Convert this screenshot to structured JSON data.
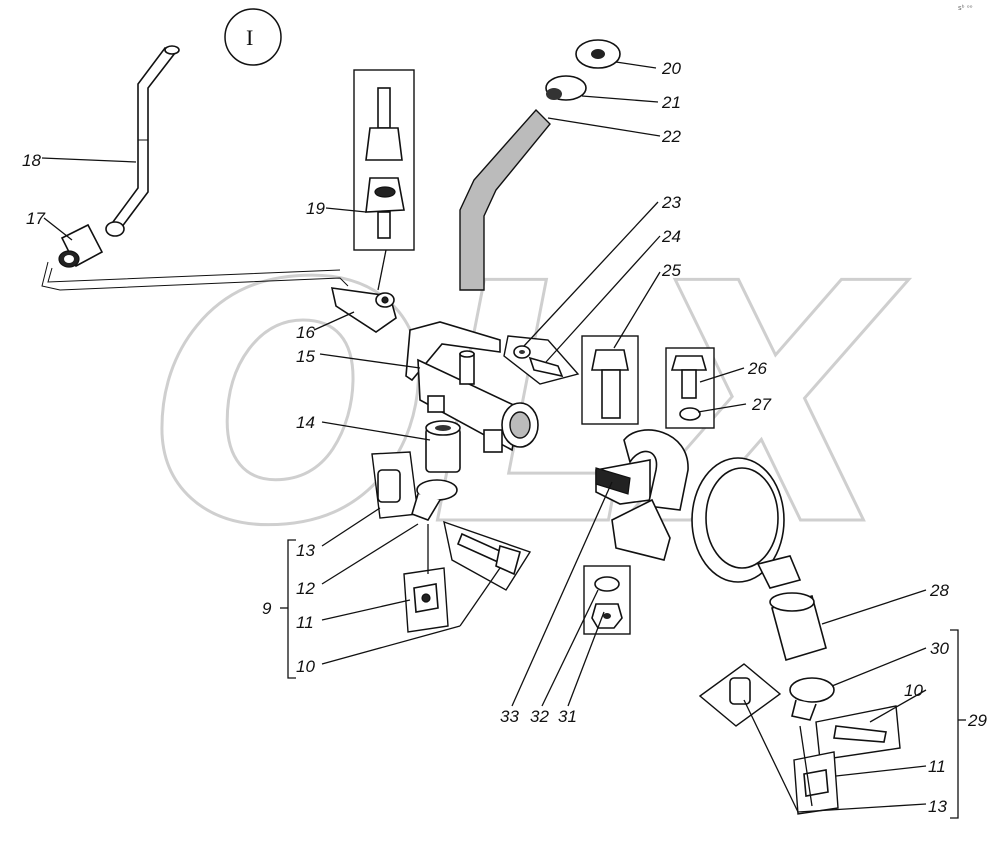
{
  "view_marker": "I",
  "watermark": "OLX",
  "corner_mark": "sᵇ ᵒᵒ",
  "callouts": {
    "c9": "9",
    "c10a": "10",
    "c10b": "10",
    "c11a": "11",
    "c11b": "11",
    "c12": "12",
    "c13a": "13",
    "c13b": "13",
    "c14": "14",
    "c15": "15",
    "c16": "16",
    "c17": "17",
    "c18": "18",
    "c19": "19",
    "c20": "20",
    "c21": "21",
    "c22": "22",
    "c23": "23",
    "c24": "24",
    "c25": "25",
    "c26": "26",
    "c27": "27",
    "c28": "28",
    "c29": "29",
    "c30": "30",
    "c31": "31",
    "c32": "32",
    "c33": "33"
  }
}
